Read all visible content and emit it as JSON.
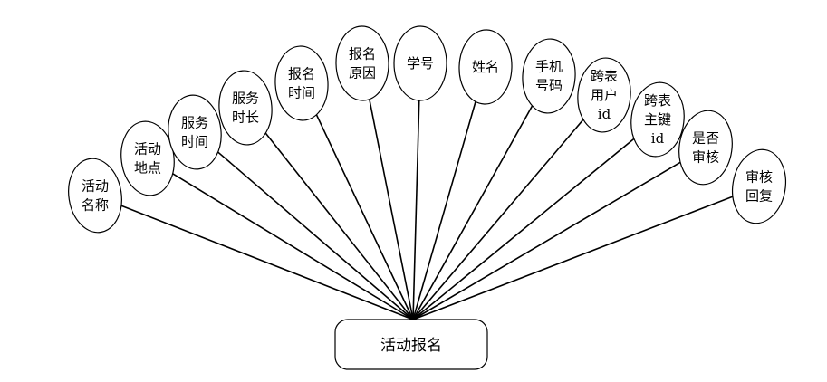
{
  "diagram": {
    "entity": "活动报名",
    "attributes": [
      "活动名称",
      "活动地点",
      "服务时间",
      "服务时长",
      "报名时间",
      "报名原因",
      "学号",
      "姓名",
      "手机号码",
      "跨表用户id",
      "跨表主键id",
      "是否审核",
      "审核回复"
    ]
  }
}
